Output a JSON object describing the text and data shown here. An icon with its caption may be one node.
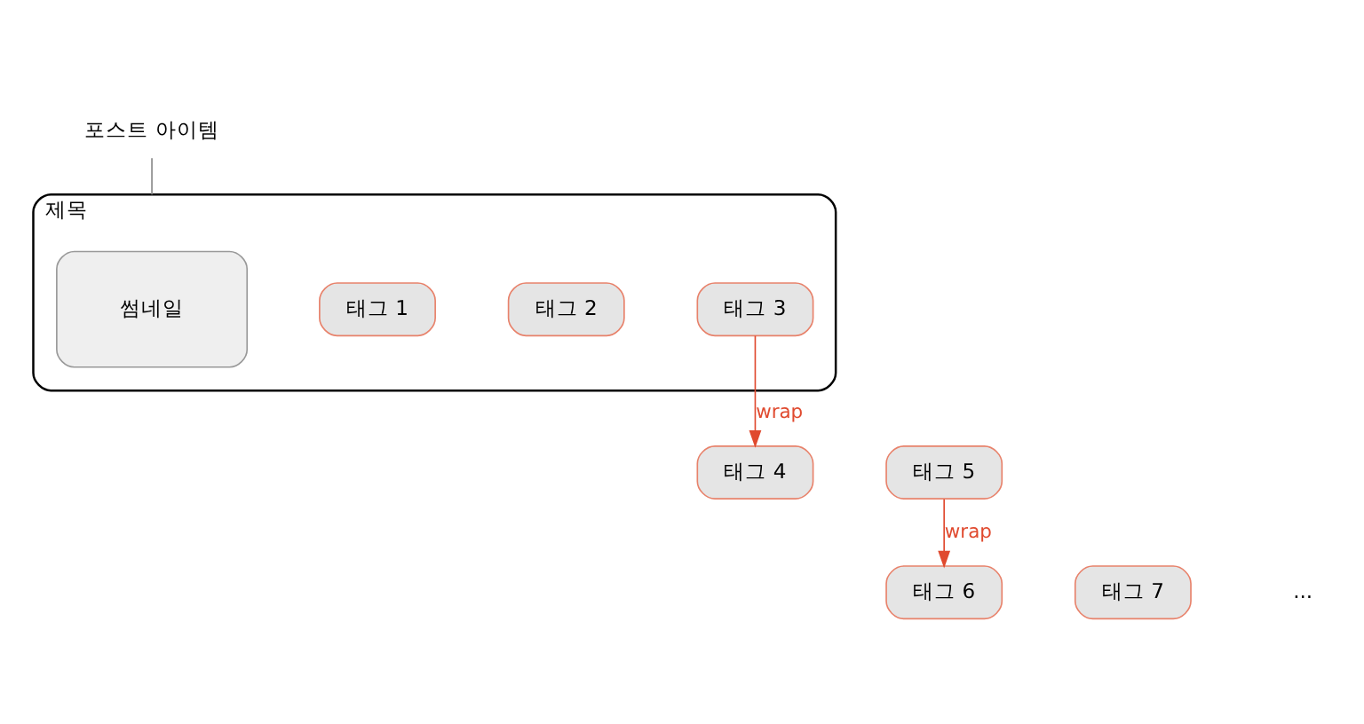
{
  "diagram": {
    "nodes": [
      {
        "text": [
          "포스트 아이템"
        ]
      },
      {
        "text": [
          "제목"
        ]
      },
      {
        "text": [
          "썸네일"
        ],
        "in": 1
      },
      {
        "text": [
          "태그 1"
        ],
        "in": 1
      },
      {
        "text": [
          "태그 2"
        ],
        "in": 1
      },
      {
        "text": [
          "태그 3"
        ],
        "in": 1
      },
      {
        "text": [
          "태그 4"
        ]
      },
      {
        "text": [
          "태그 5"
        ]
      },
      {
        "text": [
          "태그 6"
        ]
      },
      {
        "text": [
          "태그 7"
        ]
      }
    ],
    "edges": [
      {
        "from": 0,
        "to": 1,
        "arrow": "none",
        "color": "#888888"
      },
      {
        "from": 5,
        "to": 6,
        "arrow": "to",
        "label": "wrap",
        "color": "#e04a2f"
      },
      {
        "from": 7,
        "to": 8,
        "arrow": "to",
        "label": "wrap",
        "color": "#e04a2f"
      }
    ],
    "labels": [
      "..."
    ]
  }
}
